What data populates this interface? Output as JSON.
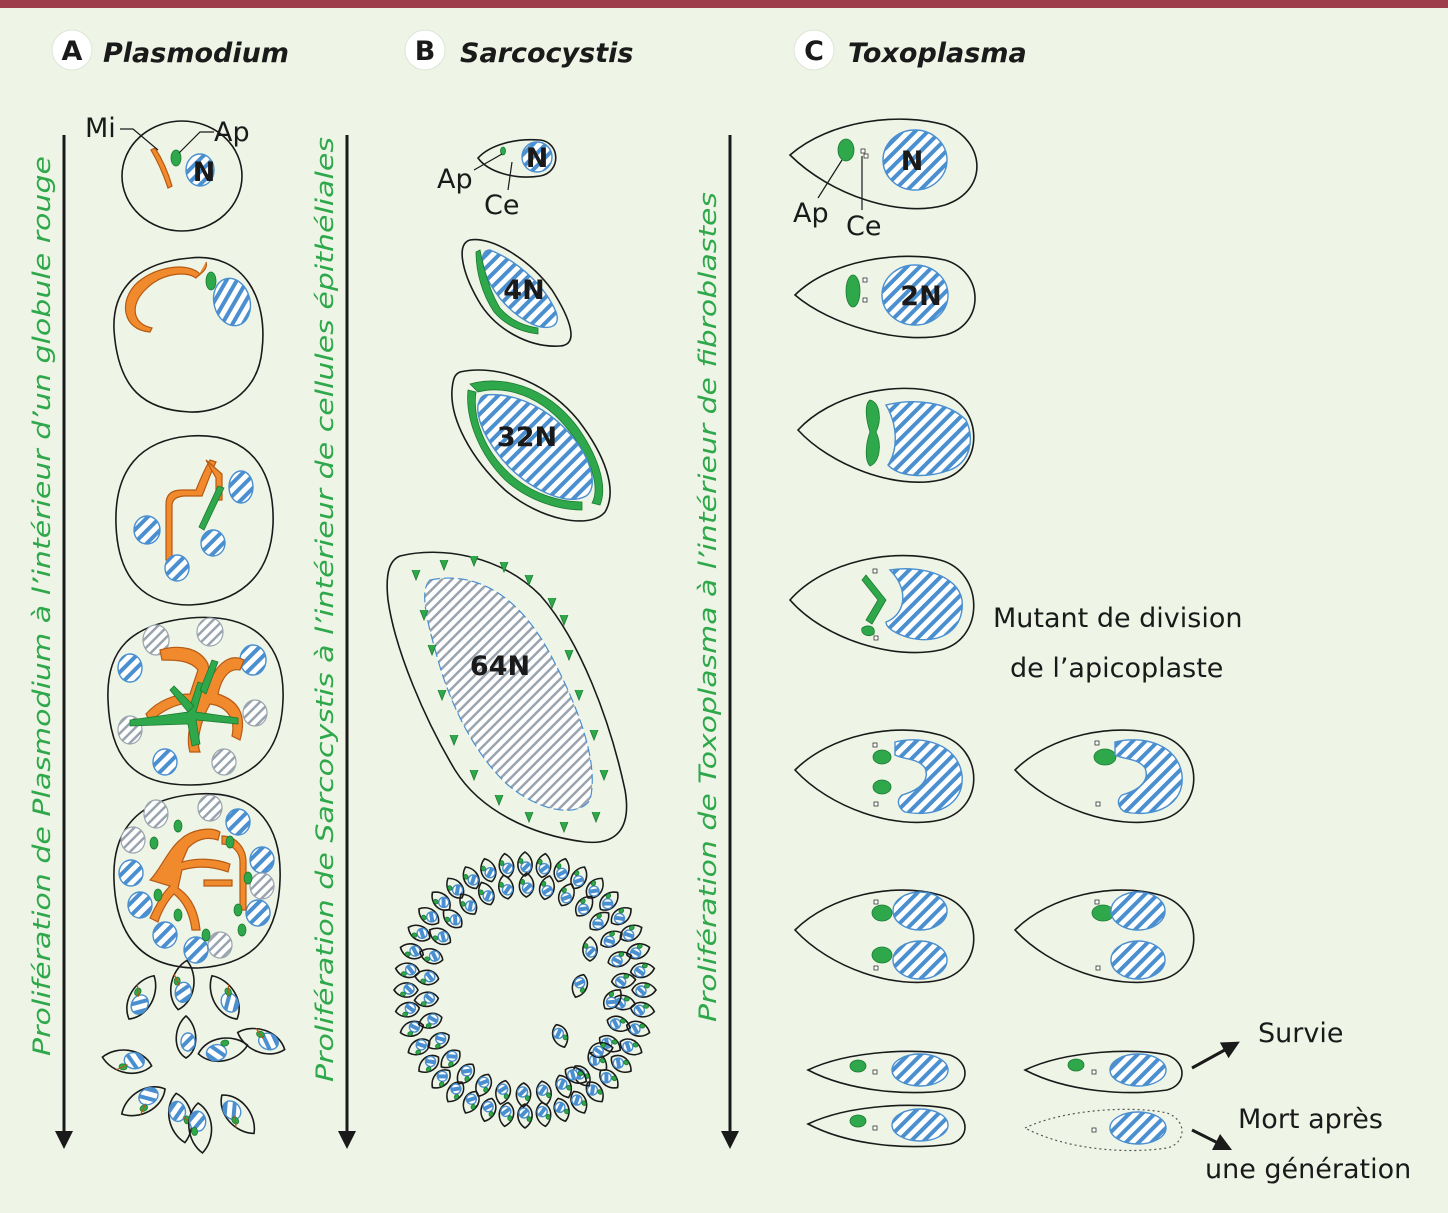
{
  "panels": {
    "a": {
      "letter": "A",
      "title": "Plasmodium",
      "axis": "Prolifération de Plasmodium à l’intérieur d’un globule rouge"
    },
    "b": {
      "letter": "B",
      "title": "Sarcocystis",
      "axis": "Prolifération de Sarcocystis à l’intérieur de cellules épithéliales"
    },
    "c": {
      "letter": "C",
      "title": "Toxoplasma",
      "axis": "Prolifération de Toxoplasma à l’intérieur de fibroblastes"
    }
  },
  "labels": {
    "mi": "Mi",
    "ap": "Ap",
    "ce": "Ce",
    "n": "N",
    "n4": "4N",
    "n32": "32N",
    "n64": "64N",
    "n2": "2N",
    "mutant_line1": "Mutant de division",
    "mutant_line2": "de l’apicoplaste",
    "survie": "Survie",
    "mort_line1": "Mort après",
    "mort_line2": "une génération"
  },
  "colors": {
    "banner": "#9e3d4b",
    "background": "#eef5e6",
    "apicoplast": "#2ea84a",
    "mitochondrion": "#f08a2c",
    "nucleus": "#4a8fd0",
    "axis_text": "#2ea84a"
  }
}
